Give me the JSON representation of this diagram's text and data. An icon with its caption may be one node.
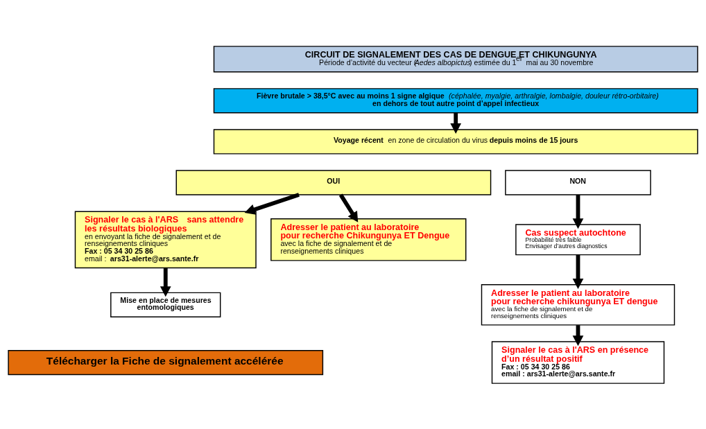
{
  "diagram": {
    "nodes": [
      {
        "text": [
          "**CIRCUIT DE SIGNALEMENT DES CAS DE DENGUE ET CHIKUNGUNYA**",
          "Période d’activité du vecteur (*Aedes albopictus*) estimée du 1$^{er}$ mai au 30 novembre"
        ]
      },
      {
        "text": [
          "**Fièvre brutale > 38,5°C avec au moins 1 signe algique** *(céphalée, myalgie, arthralgie, lombalgie, douleur rétro-orbitaire)*",
          "**en dehors de tout autre point d’appel infectieux**"
        ]
      },
      {
        "text": [
          "**Voyage récent** en zone de circulation du virus **depuis moins de 15 jours**"
        ]
      },
      {
        "text": [
          "OUI"
        ]
      },
      {
        "text": [
          "NON"
        ]
      },
      {
        "text": [
          "**Signaler le cas à l'ARS** sans attendre les résultats biologiques",
          "en envoyant la fiche de signalement et de renseignements cliniques",
          "**Fax : 05 34 30 25 86**",
          "email : **ars31-alerte@ars.sante.fr**"
        ]
      },
      {
        "text": [
          "Adresser le patient au laboratoire pour recherche Chikungunya ET Dengue",
          "avec la fiche de signalement et de renseignements cliniques"
        ]
      },
      {
        "text": [
          "Mise en place de mesures entomologiques"
        ]
      },
      {
        "text": [
          "Cas suspect autochtone",
          "Probabilité très faible",
          "Envisager d’autres diagnostics"
        ]
      },
      {
        "text": [
          "Adresser le patient au laboratoire pour recherche chikungunya ET dengue",
          "avec la fiche de signalement et de renseignements cliniques"
        ]
      },
      {
        "text": [
          "Signaler le cas à l'ARS en présence d’un résultat positif",
          "Fax : 05 34 30 25 86",
          "email : ars31-alerte@ars.sante.fr"
        ]
      },
      {
        "text": [
          "Télécharger la Fiche de signalement accélérée"
        ]
      }
    ],
    "edges": [
      {
        "from": 1,
        "to": 2,
        "arrow": "to"
      },
      {
        "from": 3,
        "to": 5,
        "arrow": "to"
      },
      {
        "from": 3,
        "to": 6,
        "arrow": "to"
      },
      {
        "from": 5,
        "to": 7,
        "arrow": "to"
      },
      {
        "from": 4,
        "to": 8,
        "arrow": "to"
      },
      {
        "from": 8,
        "to": 9,
        "arrow": "to"
      },
      {
        "from": 9,
        "to": 10,
        "arrow": "to"
      }
    ]
  }
}
